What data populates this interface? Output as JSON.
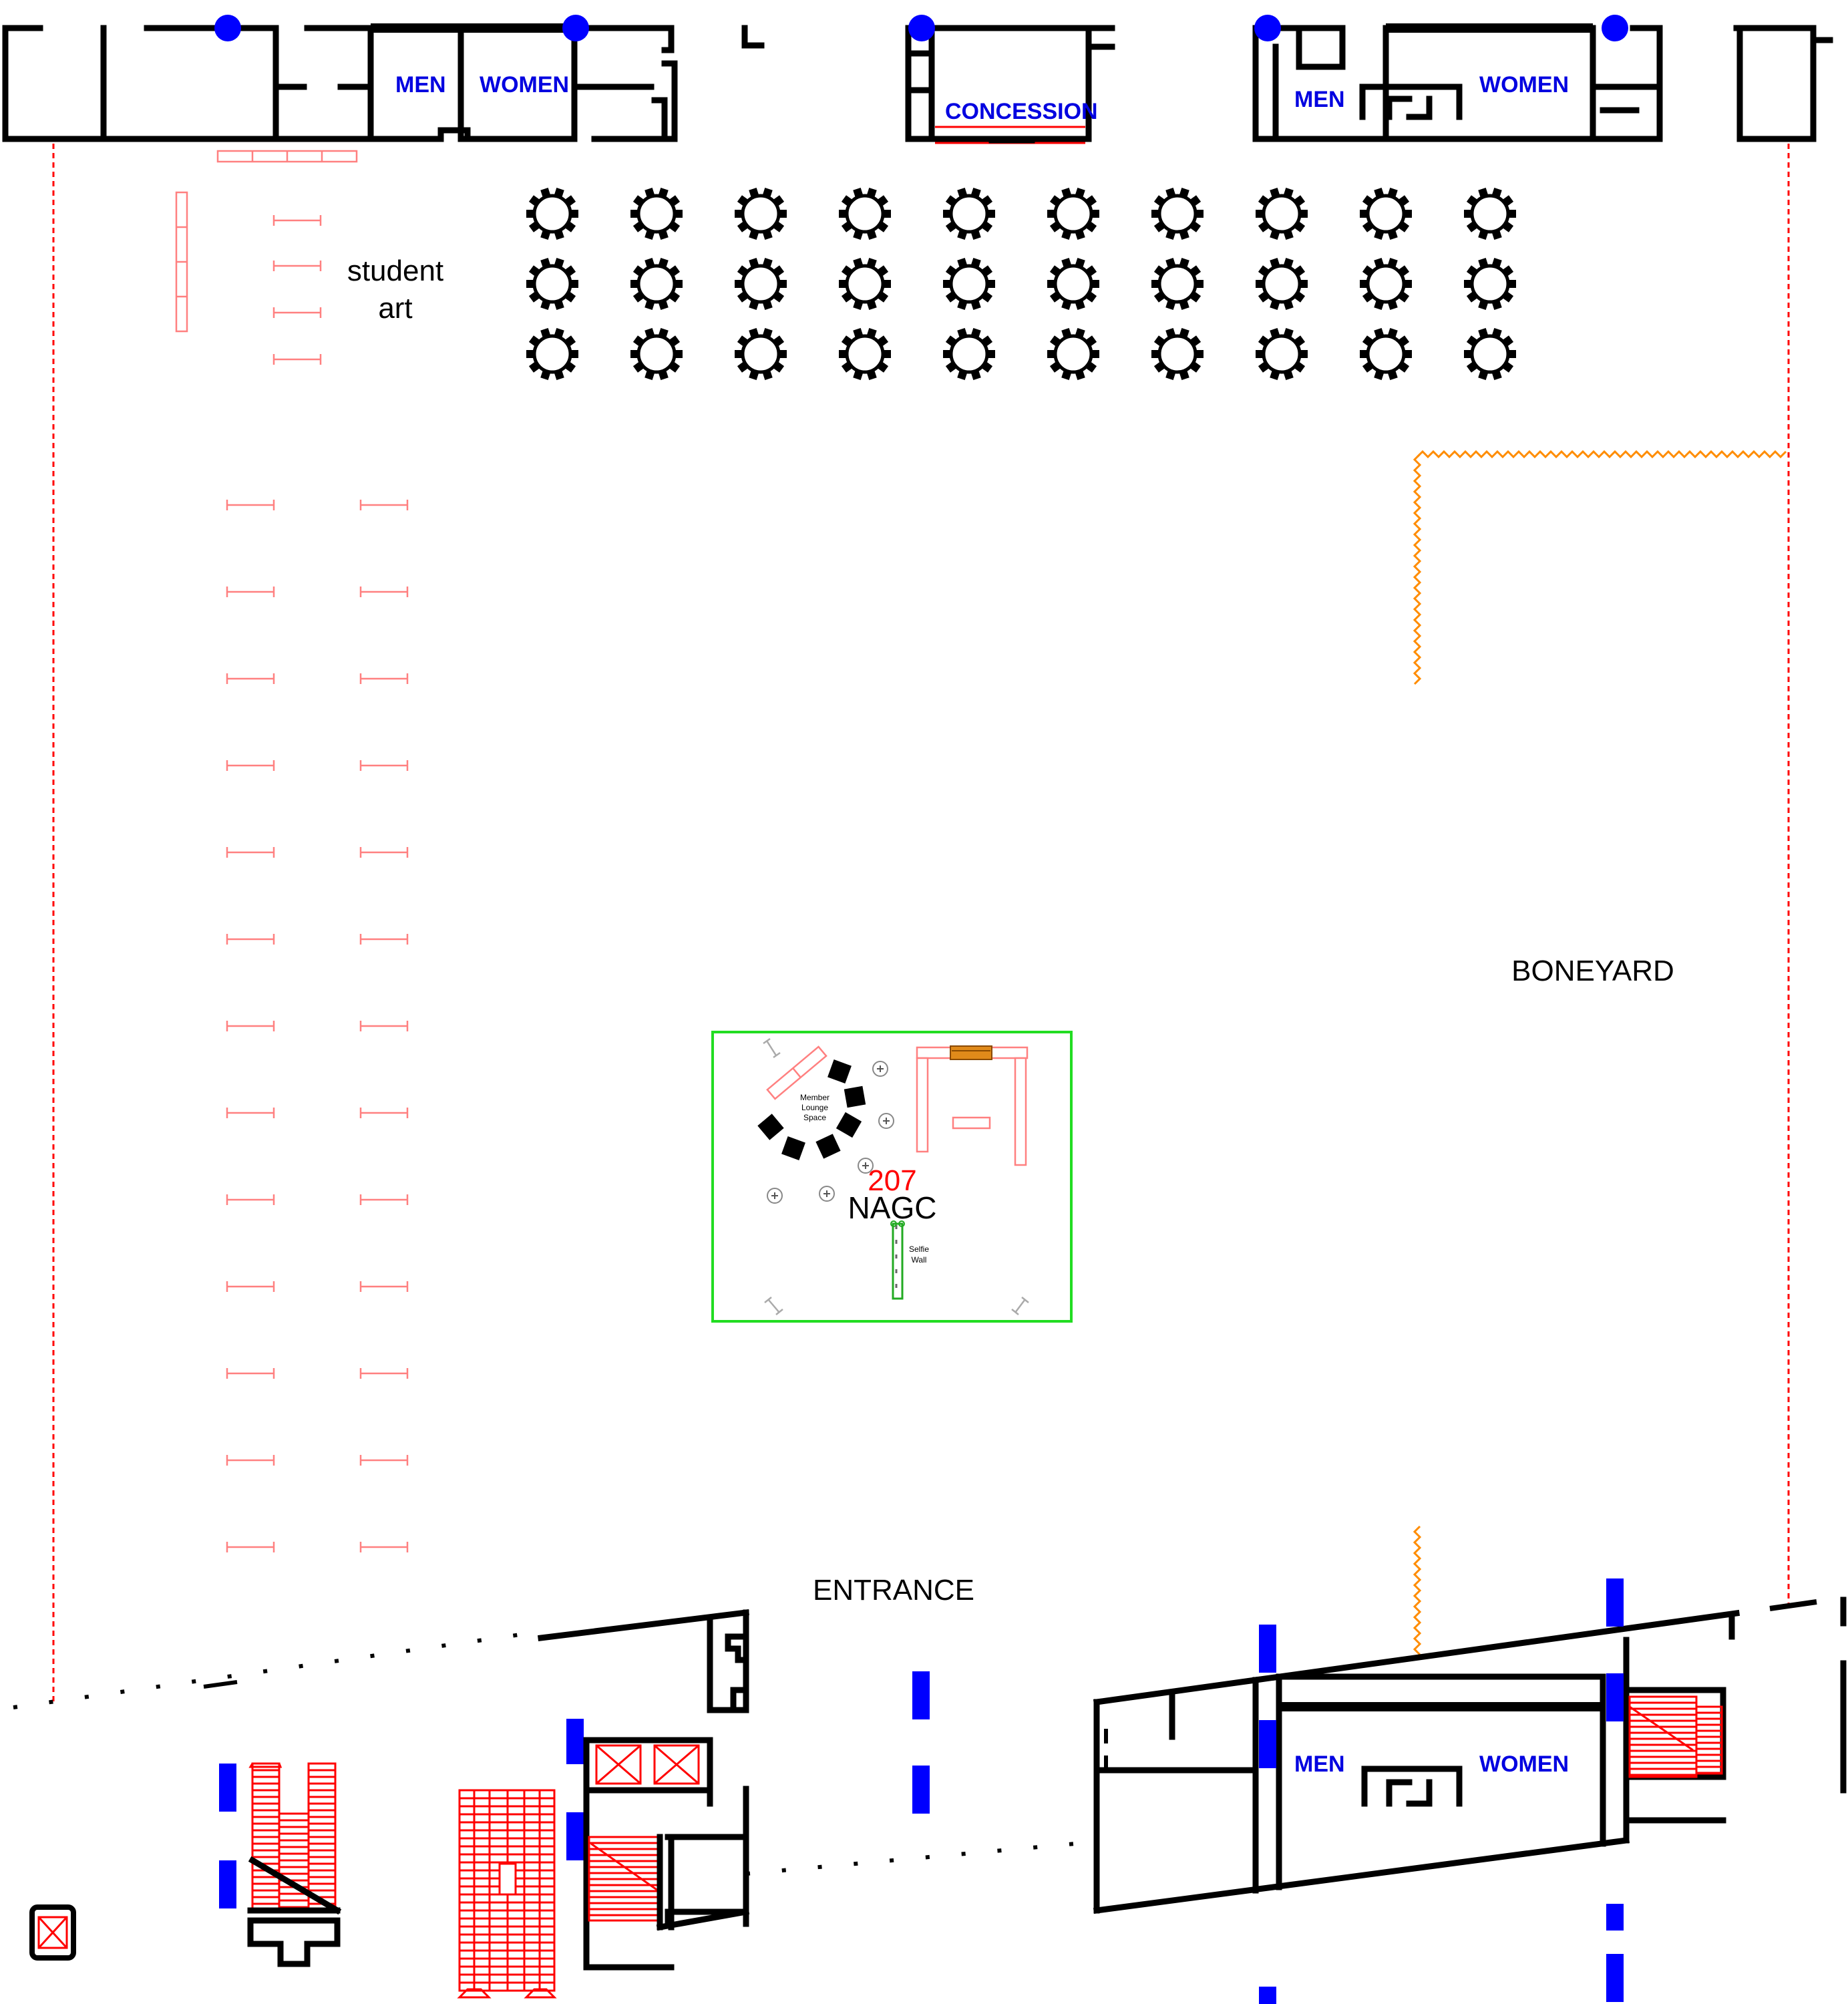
{
  "plan": {
    "rooms": {
      "men_top_left": "MEN",
      "women_top_left": "WOMEN",
      "concession": "CONCESSION",
      "men_top_right": "MEN",
      "women_top_right": "WOMEN",
      "men_bottom": "MEN",
      "women_bottom": "WOMEN"
    },
    "areas": {
      "student_art_line1": "student",
      "student_art_line2": "art",
      "boneyard": "BONEYARD",
      "entrance": "ENTRANCE"
    },
    "booth": {
      "number": "207",
      "name": "NAGC",
      "lounge_line1": "Member",
      "lounge_line2": "Lounge",
      "lounge_line3": "Space",
      "selfie_line1": "Selfie",
      "selfie_line2": "Wall"
    },
    "colors": {
      "wall": "#000000",
      "room_label": "#0000e0",
      "booth_outline": "#22dd22",
      "booth_number": "#ff0000",
      "pipe_drape": "#ff8080",
      "boundary": "#ff0000",
      "boneyard_line": "#ff8c00",
      "column_marker": "#0000ff"
    },
    "seating": {
      "table_rows": 3,
      "table_columns": 10
    }
  }
}
